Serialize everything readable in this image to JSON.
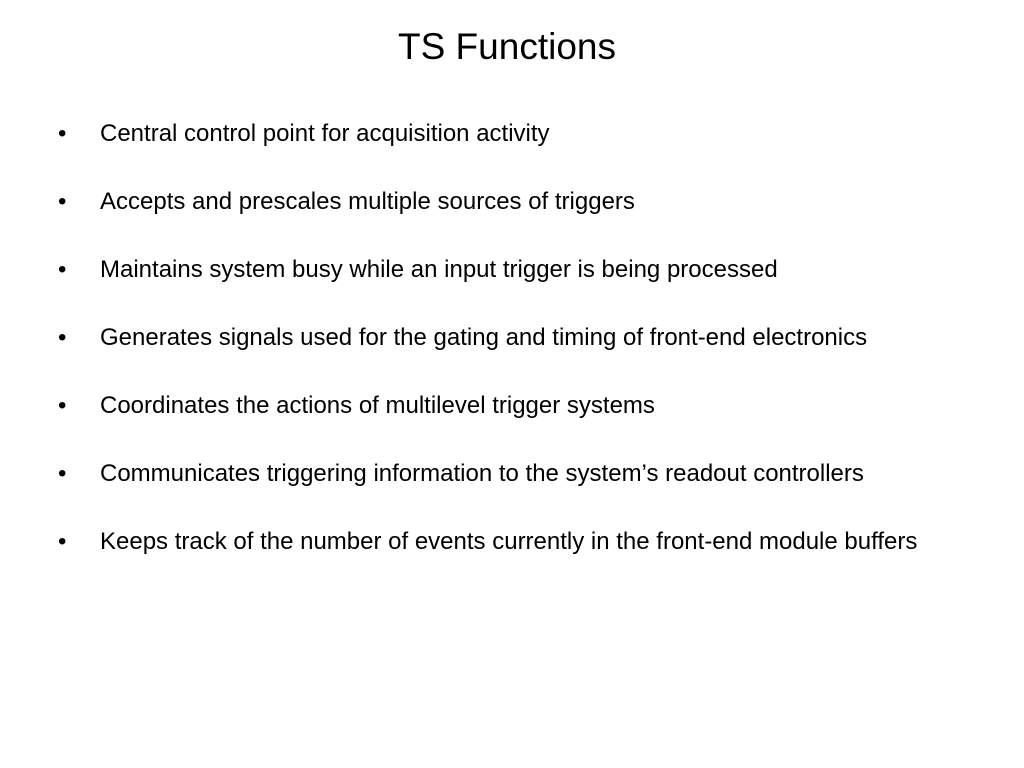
{
  "slide": {
    "title": "TS Functions",
    "bullet_glyph": "•",
    "bullets": [
      "Central control point for acquisition activity",
      "Accepts and prescales multiple sources of triggers",
      "Maintains system busy while an input trigger is being processed",
      "Generates signals used for the gating and timing of front-end electronics",
      "Coordinates the actions of multilevel trigger systems",
      "Communicates triggering information to the system’s readout controllers",
      "Keeps track of the number of events currently in the front-end module buffers"
    ]
  }
}
